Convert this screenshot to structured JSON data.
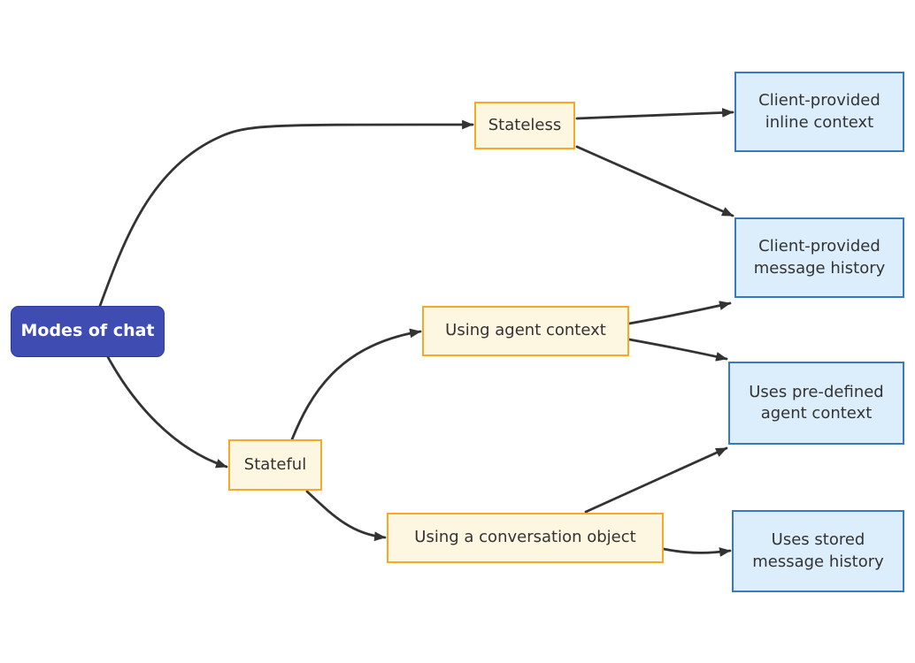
{
  "diagram": {
    "title": "Modes of chat flowchart",
    "nodes": {
      "modes": {
        "label": "Modes of chat",
        "type": "primary"
      },
      "stateless": {
        "label": "Stateless",
        "type": "warn"
      },
      "stateful": {
        "label": "Stateful",
        "type": "warn"
      },
      "agent_context": {
        "label": "Using agent context",
        "type": "warn"
      },
      "conversation_object": {
        "label": "Using a conversation object",
        "type": "warn"
      },
      "inline_context": {
        "label": "Client-provided inline context",
        "type": "info"
      },
      "message_history": {
        "label": "Client-provided message history",
        "type": "info"
      },
      "predefined_context": {
        "label": "Uses pre-defined agent context",
        "type": "info"
      },
      "stored_history": {
        "label": "Uses stored message history",
        "type": "info"
      }
    },
    "edges": [
      {
        "from": "Modes of chat",
        "to": "Stateless"
      },
      {
        "from": "Modes of chat",
        "to": "Stateful"
      },
      {
        "from": "Stateless",
        "to": "Client-provided inline context"
      },
      {
        "from": "Stateless",
        "to": "Client-provided message history"
      },
      {
        "from": "Stateful",
        "to": "Using agent context"
      },
      {
        "from": "Stateful",
        "to": "Using a conversation object"
      },
      {
        "from": "Using agent context",
        "to": "Client-provided message history"
      },
      {
        "from": "Using agent context",
        "to": "Uses pre-defined agent context"
      },
      {
        "from": "Using a conversation object",
        "to": "Uses pre-defined agent context"
      },
      {
        "from": "Using a conversation object",
        "to": "Uses stored message history"
      }
    ],
    "colors": {
      "background": "#ffffff",
      "primary_fill": "#3f4db3",
      "primary_border": "#2c3a9e",
      "primary_text": "#ffffff",
      "warn_fill": "#fdf6e0",
      "warn_border": "#f9a825",
      "info_fill": "#dceefb",
      "info_border": "#3978c2",
      "node_text": "#333333",
      "edge": "#333333"
    }
  }
}
